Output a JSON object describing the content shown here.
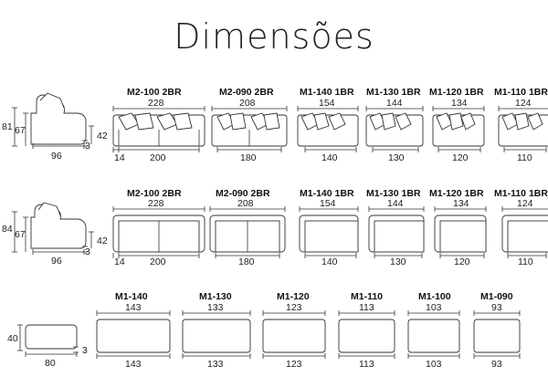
{
  "title": "Dimensões",
  "rows": [
    {
      "side": {
        "height_total": "81",
        "height_seat": "67",
        "depth": "96",
        "leg": "3",
        "seat_h": "42"
      },
      "modules": [
        {
          "label": "M2-100 2BR",
          "width_top": "228",
          "width_bottom": "200",
          "arm": "14",
          "type": "pillow2"
        },
        {
          "label": "M2-090 2BR",
          "width_top": "208",
          "width_bottom": "180",
          "type": "pillow2"
        },
        {
          "label": "M1-140 1BR",
          "width_top": "154",
          "width_bottom": "140",
          "type": "pillow1"
        },
        {
          "label": "M1-130 1BR",
          "width_top": "144",
          "width_bottom": "130",
          "type": "pillow1"
        },
        {
          "label": "M1-120 1BR",
          "width_top": "134",
          "width_bottom": "120",
          "type": "pillow1"
        },
        {
          "label": "M1-110 1BR",
          "width_top": "124",
          "width_bottom": "110",
          "type": "pillow1"
        }
      ]
    },
    {
      "side": {
        "height_total": "84",
        "height_seat": "67",
        "depth": "96",
        "leg": "3",
        "seat_h": "42"
      },
      "modules": [
        {
          "label": "M2-100 2BR",
          "width_top": "228",
          "width_bottom": "200",
          "arm": "14",
          "type": "plain2"
        },
        {
          "label": "M2-090 2BR",
          "width_top": "208",
          "width_bottom": "180",
          "type": "plain2"
        },
        {
          "label": "M1-140 1BR",
          "width_top": "154",
          "width_bottom": "140",
          "type": "plain1"
        },
        {
          "label": "M1-130 1BR",
          "width_top": "144",
          "width_bottom": "130",
          "type": "plain1"
        },
        {
          "label": "M1-120 1BR",
          "width_top": "134",
          "width_bottom": "120",
          "type": "plain1"
        },
        {
          "label": "M1-110 1BR",
          "width_top": "124",
          "width_bottom": "110",
          "type": "plain1"
        }
      ]
    },
    {
      "side": {
        "height": "40",
        "depth": "80",
        "leg": "3"
      },
      "modules": [
        {
          "label": "M1-140",
          "width_top": "143",
          "width_bottom": "143"
        },
        {
          "label": "M1-130",
          "width_top": "133",
          "width_bottom": "133"
        },
        {
          "label": "M1-120",
          "width_top": "123",
          "width_bottom": "123"
        },
        {
          "label": "M1-110",
          "width_top": "113",
          "width_bottom": "113"
        },
        {
          "label": "M1-100",
          "width_top": "103",
          "width_bottom": "103"
        },
        {
          "label": "M1-090",
          "width_top": "93",
          "width_bottom": "93"
        }
      ]
    }
  ]
}
